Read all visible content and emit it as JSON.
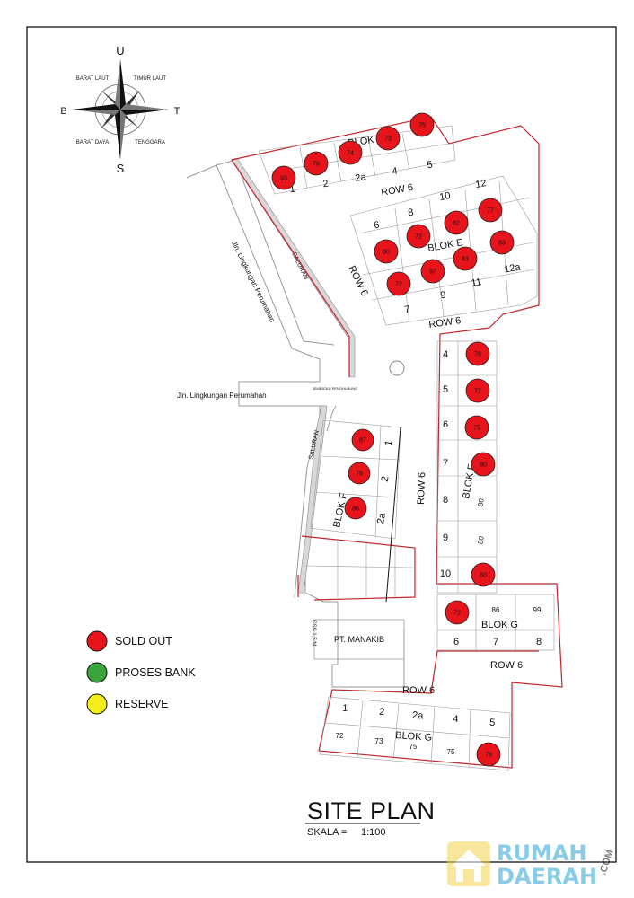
{
  "compass": {
    "north": "U",
    "south": "S",
    "west": "B",
    "east": "T",
    "nw": "BARAT LAUT",
    "ne": "TIMUR LAUT",
    "sw": "BARAT DAYA",
    "se": "TENGGARA"
  },
  "roads": {
    "main_road_1": "Jln. Lingkungan Perumahan",
    "main_road_2": "Jln. Lingkungan Perumahan",
    "saluran_1": "SALURAN",
    "saluran_2": "SALURAN",
    "jembatan": "JEMBATAN PENGHUBUNG",
    "gss": "GSS 1,5 M",
    "row_labels": [
      "ROW 6",
      "ROW 6",
      "ROW 6",
      "ROW 6",
      "ROW 6",
      "ROW 6"
    ]
  },
  "blocks": {
    "blok_e_top": "BLOK E",
    "blok_e_mid": "BLOK E",
    "blok_f_left": "BLOK F",
    "blok_f_right": "BLOK F",
    "blok_g_right": "BLOK G",
    "blok_g_bottom": "BLOK G",
    "pt_manakib": "PT. MANAKIB"
  },
  "lots": {
    "e_top": [
      "1",
      "2",
      "2a",
      "4",
      "5"
    ],
    "e_top_sold": [
      "93",
      "79",
      "74",
      "73",
      "75"
    ],
    "e_mid_top": [
      "6",
      "8",
      "10",
      "12"
    ],
    "e_mid_bottom": [
      "7",
      "9",
      "11",
      "12a"
    ],
    "e_mid_sold": [
      "80",
      "72",
      "82",
      "77",
      "72",
      "97",
      "83"
    ],
    "f_right_nums": [
      "4",
      "5",
      "6",
      "7",
      "8",
      "9",
      "10"
    ],
    "f_right_sold": [
      "78",
      "72",
      "75",
      "80",
      "80"
    ],
    "f_right_inner": [
      "80",
      "80"
    ],
    "f_left_nums": [
      "1",
      "2",
      "2a"
    ],
    "f_left_sold": [
      "87",
      "79",
      "86"
    ],
    "g_right_top": [
      "86",
      "99"
    ],
    "g_right_bottom": [
      "6",
      "7",
      "8"
    ],
    "g_right_sold": "72",
    "g_bottom_top": [
      "1",
      "2",
      "2a",
      "4",
      "5"
    ],
    "g_bottom_inner": [
      "72",
      "73",
      "75",
      "75"
    ],
    "g_bottom_sold": "79"
  },
  "legend": [
    {
      "label": "SOLD OUT",
      "color": "#e8141c"
    },
    {
      "label": "PROSES BANK",
      "color": "#3aa53a"
    },
    {
      "label": "RESERVE",
      "color": "#f4ee18"
    }
  ],
  "title": "SITE PLAN",
  "scale_label": "SKALA =",
  "scale_value": "1:100",
  "watermark": {
    "line1": "RUMAH",
    "line2": "DAERAH",
    "suffix": ".COM"
  },
  "colors": {
    "sold": "#e8141c",
    "boundary": "#c0262c",
    "grid": "#9a9a9a"
  }
}
